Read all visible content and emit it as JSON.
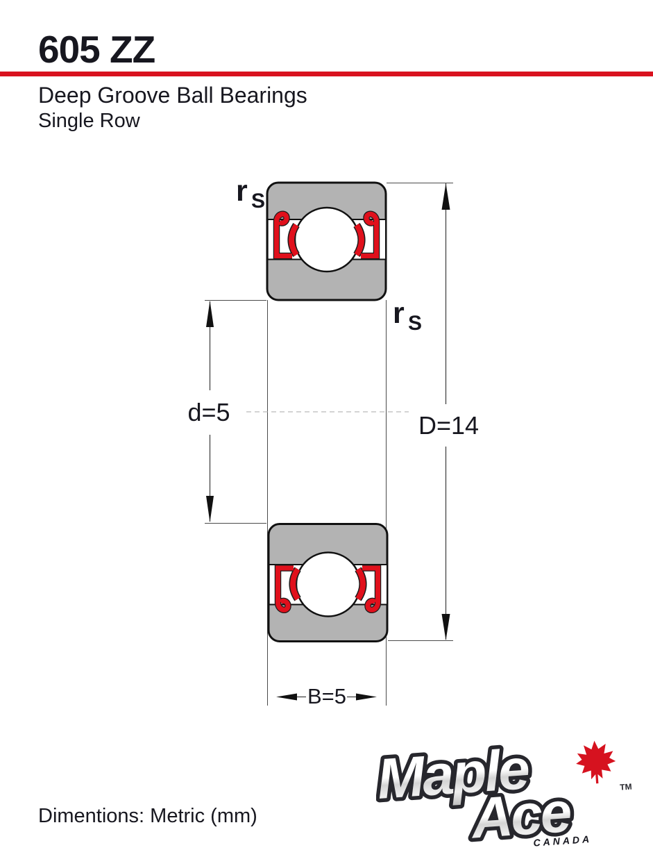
{
  "header": {
    "part_number": "605 ZZ",
    "title": "Deep Groove Ball Bearings",
    "subtitle": "Single Row"
  },
  "diagram": {
    "dim_bore": "d=5",
    "dim_outer": "D=14",
    "dim_width": "B=5",
    "fillet_symbol": "r",
    "fillet_subscript": "S"
  },
  "footer": {
    "note": "Dimentions: Metric (mm)"
  },
  "logo": {
    "word_top": "Maple",
    "word_bottom": "Ace",
    "country": "CANADA",
    "trademark": "TM"
  },
  "colors": {
    "accent_red": "#d9121f",
    "bearing_red": "#e0101c",
    "bearing_gray": "#b3b3b3",
    "ink": "#17171f",
    "line_gray": "#4a4a4a"
  }
}
